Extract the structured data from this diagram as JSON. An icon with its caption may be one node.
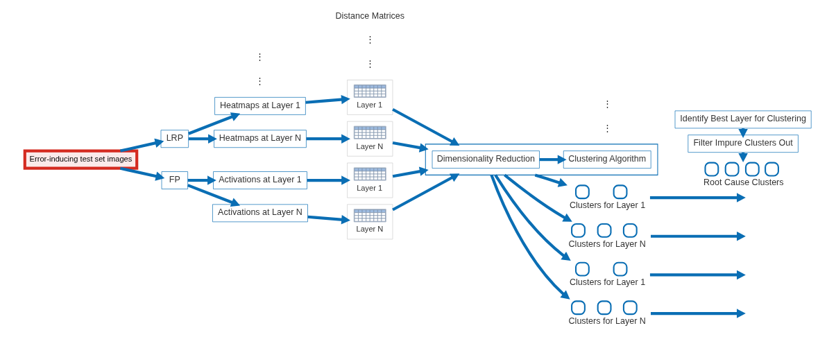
{
  "diagram": {
    "nodes": [
      {
        "text": [
          "Error-inducing test set images"
        ]
      },
      {
        "text": [
          "LRP"
        ]
      },
      {
        "text": [
          "FP"
        ]
      },
      {
        "text": [
          "Heatmaps at Layer 1"
        ]
      },
      {
        "text": [
          "Heatmaps at Layer N"
        ]
      },
      {
        "text": [
          "Activations at Layer 1"
        ]
      },
      {
        "text": [
          "Activations at Layer N"
        ]
      },
      {
        "text": [
          "Layer 1"
        ]
      },
      {
        "text": [
          "Layer N"
        ]
      },
      {
        "text": [
          "Layer 1"
        ]
      },
      {
        "text": [
          "Layer N"
        ]
      },
      {
        "text": [],
        "shape": "box"
      },
      {
        "text": [
          "Dimensionality Reduction"
        ],
        "in": 11
      },
      {
        "text": [
          "Clustering Algorithm"
        ],
        "in": 11
      },
      {
        "text": [
          "Clusters for Layer 1"
        ]
      },
      {
        "text": [
          "Clusters for Layer N"
        ]
      },
      {
        "text": [
          "Clusters for Layer 1"
        ]
      },
      {
        "text": [
          "Clusters for Layer N"
        ]
      },
      {
        "text": [
          "Identify Best Layer for Clustering"
        ]
      },
      {
        "text": [
          "Filter Impure Clusters Out"
        ]
      },
      {
        "text": [
          "Root Cause Clusters"
        ]
      }
    ],
    "edges": [
      {
        "from": 0,
        "to": 1,
        "arrow": "to"
      },
      {
        "from": 0,
        "to": 2,
        "arrow": "to"
      },
      {
        "from": 1,
        "to": 3,
        "arrow": "to"
      },
      {
        "from": 1,
        "to": 4,
        "arrow": "to"
      },
      {
        "from": 2,
        "to": 5,
        "arrow": "to"
      },
      {
        "from": 2,
        "to": 6,
        "arrow": "to"
      },
      {
        "from": 3,
        "to": 7,
        "arrow": "to"
      },
      {
        "from": 4,
        "to": 8,
        "arrow": "to"
      },
      {
        "from": 5,
        "to": 9,
        "arrow": "to"
      },
      {
        "from": 6,
        "to": 10,
        "arrow": "to"
      },
      {
        "from": 7,
        "to": 11,
        "arrow": "to"
      },
      {
        "from": 8,
        "to": 11,
        "arrow": "to"
      },
      {
        "from": 9,
        "to": 11,
        "arrow": "to"
      },
      {
        "from": 10,
        "to": 11,
        "arrow": "to"
      },
      {
        "from": 12,
        "to": 13,
        "arrow": "to"
      },
      {
        "from": 11,
        "to": 14,
        "arrow": "to"
      },
      {
        "from": 11,
        "to": 15,
        "arrow": "to"
      },
      {
        "from": 11,
        "to": 16,
        "arrow": "to"
      },
      {
        "from": 11,
        "to": 17,
        "arrow": "to"
      },
      {
        "from": 14,
        "to": null,
        "arrow": "to"
      },
      {
        "from": 15,
        "to": null,
        "arrow": "to"
      },
      {
        "from": 16,
        "to": null,
        "arrow": "to"
      },
      {
        "from": 17,
        "to": null,
        "arrow": "to"
      },
      {
        "from": 18,
        "to": 19,
        "arrow": "to"
      },
      {
        "from": 19,
        "to": 20,
        "arrow": "to"
      }
    ],
    "labels": [
      "⋮",
      "⋮",
      "⋮",
      "⋮",
      "Distance Matrices",
      "⋮",
      "⋮"
    ]
  }
}
